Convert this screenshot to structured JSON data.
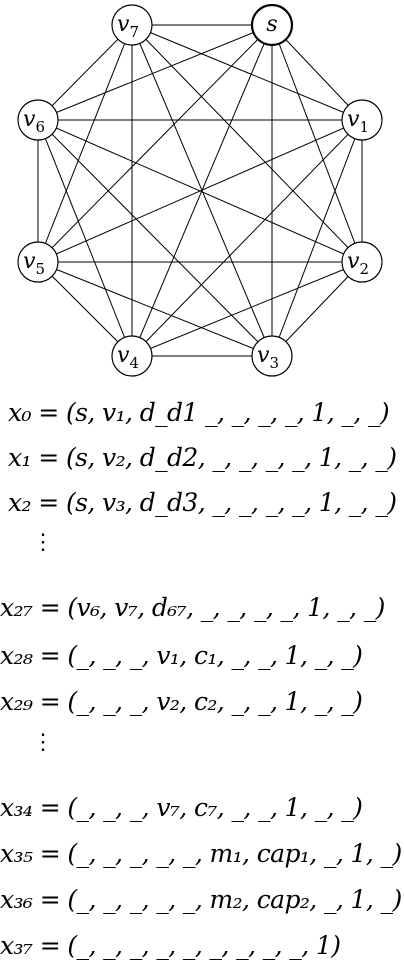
{
  "graph": {
    "nodes": [
      {
        "id": "v7",
        "base": "v",
        "sub": "7",
        "source": false
      },
      {
        "id": "s",
        "base": "s",
        "sub": "",
        "source": true
      },
      {
        "id": "v1",
        "base": "v",
        "sub": "1",
        "source": false
      },
      {
        "id": "v2",
        "base": "v",
        "sub": "2",
        "source": false
      },
      {
        "id": "v3",
        "base": "v",
        "sub": "3",
        "source": false
      },
      {
        "id": "v4",
        "base": "v",
        "sub": "4",
        "source": false
      },
      {
        "id": "v5",
        "base": "v",
        "sub": "5",
        "source": false
      },
      {
        "id": "v6",
        "base": "v",
        "sub": "6",
        "source": false
      }
    ],
    "edges": "complete"
  },
  "equations": [
    {
      "lhs": "x₀",
      "rhs": "= (s, v₁, d_d1 _, _, _, _, 1, _, _)"
    },
    {
      "lhs": "x₁",
      "rhs": "= (s, v₂, d_d2, _, _, _, _, 1, _, _)"
    },
    {
      "lhs": "x₂",
      "rhs": "= (s, v₃, d_d3, _, _, _, _, 1, _, _)"
    },
    {
      "lhs": "x₂₇",
      "rhs": "= (v₆, v₇, d₆₇, _, _, _, _, 1, _, _)"
    },
    {
      "lhs": "x₂₈",
      "rhs": "= (_, _, _, v₁, c₁, _, _, 1, _, _)"
    },
    {
      "lhs": "x₂₉",
      "rhs": "= (_, _, _, v₂, c₂, _, _, 1, _, _)"
    },
    {
      "lhs": "x₃₄",
      "rhs": "= (_, _, _, v₇, c₇, _, _, 1, _, _)"
    },
    {
      "lhs": "x₃₅",
      "rhs": "= (_, _, _, _, _, m₁, cap₁, _, 1, _)"
    },
    {
      "lhs": "x₃₆",
      "rhs": "= (_, _, _, _, _, m₂, cap₂, _, 1, _)"
    },
    {
      "lhs": "x₃₇",
      "rhs": "= (_, _, _, _, _, _, _, _, _, 1)"
    }
  ],
  "ellipses": [
    "⋮",
    "⋮"
  ]
}
